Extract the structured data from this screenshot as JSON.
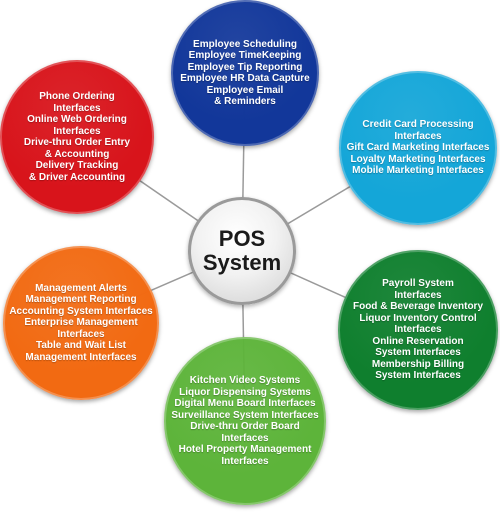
{
  "hub": {
    "line1": "POS",
    "line2": "System"
  },
  "nodes": {
    "top": {
      "color": "#12379a",
      "lines": [
        "Employee Scheduling",
        "Employee TimeKeeping",
        "Employee Tip Reporting",
        "Employee HR Data Capture",
        "Employee Email",
        "& Reminders"
      ]
    },
    "top_right": {
      "color": "#14a6d8",
      "lines": [
        "Credit Card Processing",
        "Interfaces",
        "Gift Card Marketing Interfaces",
        "Loyalty Marketing Interfaces",
        "Mobile Marketing Interfaces"
      ]
    },
    "bottom_right": {
      "color": "#0f7f2e",
      "lines": [
        "Payroll System",
        "Interfaces",
        "Food & Beverage Inventory",
        "Liquor Inventory Control",
        "Interfaces",
        "Online Reservation",
        "System Interfaces",
        "Membership Billing",
        "System Interfaces"
      ]
    },
    "bottom": {
      "color": "#5db43a",
      "lines": [
        "Kitchen Video Systems",
        "Liquor Dispensing Systems",
        "Digital Menu Board Interfaces",
        "Surveillance System Interfaces",
        "Drive-thru Order Board",
        "Interfaces",
        "Hotel Property Management",
        "Interfaces"
      ]
    },
    "bottom_left": {
      "color": "#f26a12",
      "lines": [
        "Management Alerts",
        "Management Reporting",
        "Accounting System Interfaces",
        "Enterprise Management",
        "Interfaces",
        "Table and Wait List",
        "Management Interfaces"
      ]
    },
    "top_left": {
      "color": "#d8141b",
      "lines": [
        "Phone Ordering",
        "Interfaces",
        "Online Web Ordering",
        "Interfaces",
        "Drive-thru Order Entry",
        "& Accounting",
        "Delivery Tracking",
        "& Driver Accounting"
      ]
    }
  }
}
